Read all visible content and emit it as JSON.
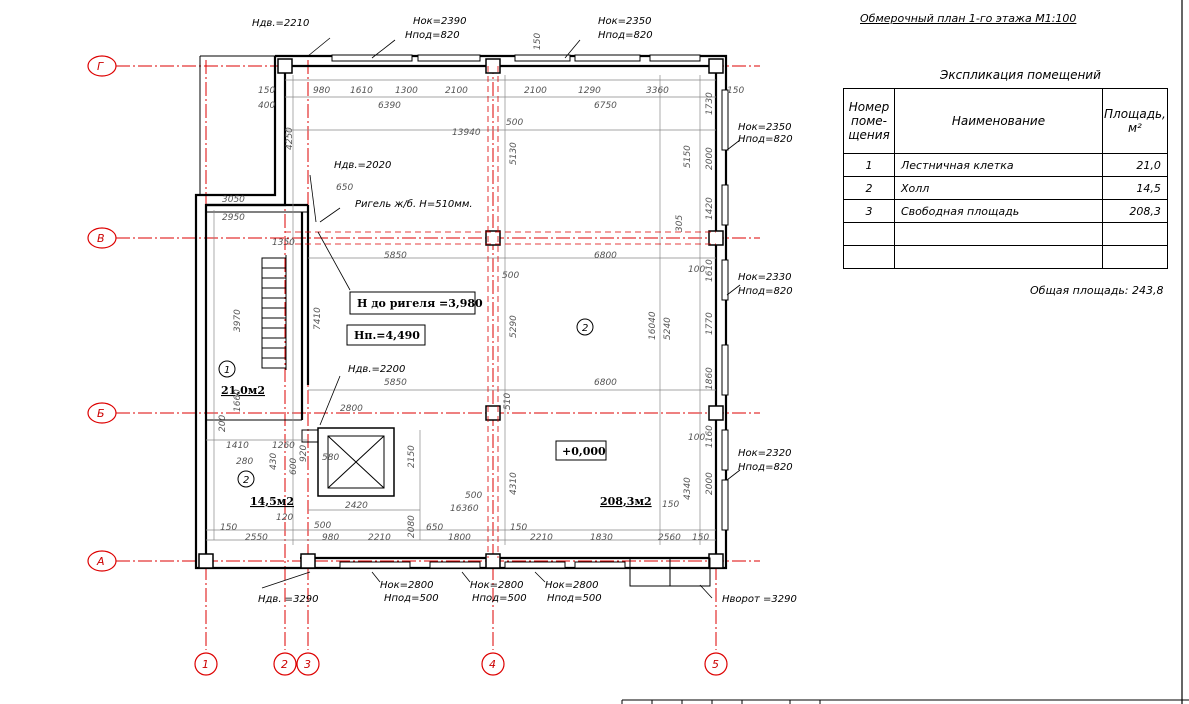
{
  "title": "Обмерочный план 1-го этажа М1:100",
  "explication": {
    "heading": "Экспликация помещений",
    "col_num": "Номер поме-щения",
    "col_name": "Наименование",
    "col_area": "Площадь, м²",
    "rows": [
      {
        "num": "1",
        "name": "Лестничная клетка",
        "area": "21,0"
      },
      {
        "num": "2",
        "name": "Холл",
        "area": "14,5"
      },
      {
        "num": "3",
        "name": "Свободная площадь",
        "area": "208,3"
      }
    ],
    "total": "Общая площадь: 243,8"
  },
  "axes": {
    "letters": [
      "Г",
      "В",
      "Б",
      "А"
    ],
    "numbers": [
      "1",
      "2",
      "3",
      "4",
      "5"
    ]
  },
  "labels": {
    "hdv_top": "Hдв.=2210",
    "hok_top1": "Hок=2390",
    "hpod_top1": "Hпод=820",
    "hok_top2": "Hок=2350",
    "hpod_top2": "Hпод=820",
    "hok_r1": "Hок=2350",
    "hpod_r1": "Hпод=820",
    "hok_r2": "Hок=2330",
    "hpod_r2": "Hпод=820",
    "hok_r3": "Hок=2320",
    "hpod_r3": "Hпод=820",
    "hdv_2020": "Hдв.=2020",
    "rigel": "Ригель ж/б. H=510мм.",
    "h_rigel": "Н до ригеля =3,980",
    "hp": "Нп.=4,490",
    "hdv_2200": "Hдв.=2200",
    "zero": "+0,000",
    "hdv_bottom": "Hдв. =3290",
    "hok_b1": "Hок=2800",
    "hpod_b1": "Hпод=500",
    "hok_b2": "Hок=2800",
    "hpod_b2": "Hпод=500",
    "hok_b3": "Hок=2800",
    "hpod_b3": "Hпод=500",
    "hvorot": "Hворот =3290",
    "room1_num": "1",
    "room1_area": "21,0м2",
    "room2_num": "2",
    "room2_area": "14,5м2",
    "room3_num": "2",
    "room3_area": "208,3м2"
  },
  "dims": {
    "d150a": "150",
    "d980": "980",
    "d1610": "1610",
    "d1300": "1300",
    "d2100": "2100",
    "d2100b": "2100",
    "d1290": "1290",
    "d3360": "3360",
    "d150b": "150",
    "d1730": "1730",
    "d400": "400",
    "d6390": "6390",
    "d6750": "6750",
    "d13940": "13940",
    "d150c": "150",
    "d4250": "4250",
    "d650a": "650",
    "d2950": "2950",
    "d1350": "1350",
    "d3050": "3050",
    "d5850a": "5850",
    "d6800a": "6800",
    "d5150": "5150",
    "d2000a": "2000",
    "d1420": "1420",
    "d5130": "5130",
    "d500a": "500",
    "d500b": "500",
    "d3970": "3970",
    "d7410": "7410",
    "d5290": "5290",
    "d16040": "16040",
    "d5240": "5240",
    "d1610b": "1610",
    "d1770": "1770",
    "d1860": "1860",
    "d5850b": "5850",
    "d6800b": "6800",
    "d2800": "2800",
    "d1660": "1660",
    "d1410": "1410",
    "d1260": "1260",
    "d280": "280",
    "d430": "430",
    "d600": "600",
    "d920": "920",
    "d580": "580",
    "d2150": "2150",
    "d2420": "2420",
    "d500c": "500",
    "d16360": "16360",
    "d4310": "4310",
    "d1160": "1160",
    "d4340": "4340",
    "d2000b": "2000",
    "d150d": "150",
    "d2550": "2550",
    "d500d": "500",
    "d980b": "980",
    "d2210": "2210",
    "d650b": "650",
    "d1800": "1800",
    "d150e": "150",
    "d2210b": "2210",
    "d1830": "1830",
    "d2560": "2560",
    "d150f": "150",
    "d2080": "2080",
    "d510": "510",
    "d100a": "100",
    "d100b": "100",
    "d120": "120",
    "d200": "200",
    "d305": "305",
    "d150g": "150"
  }
}
